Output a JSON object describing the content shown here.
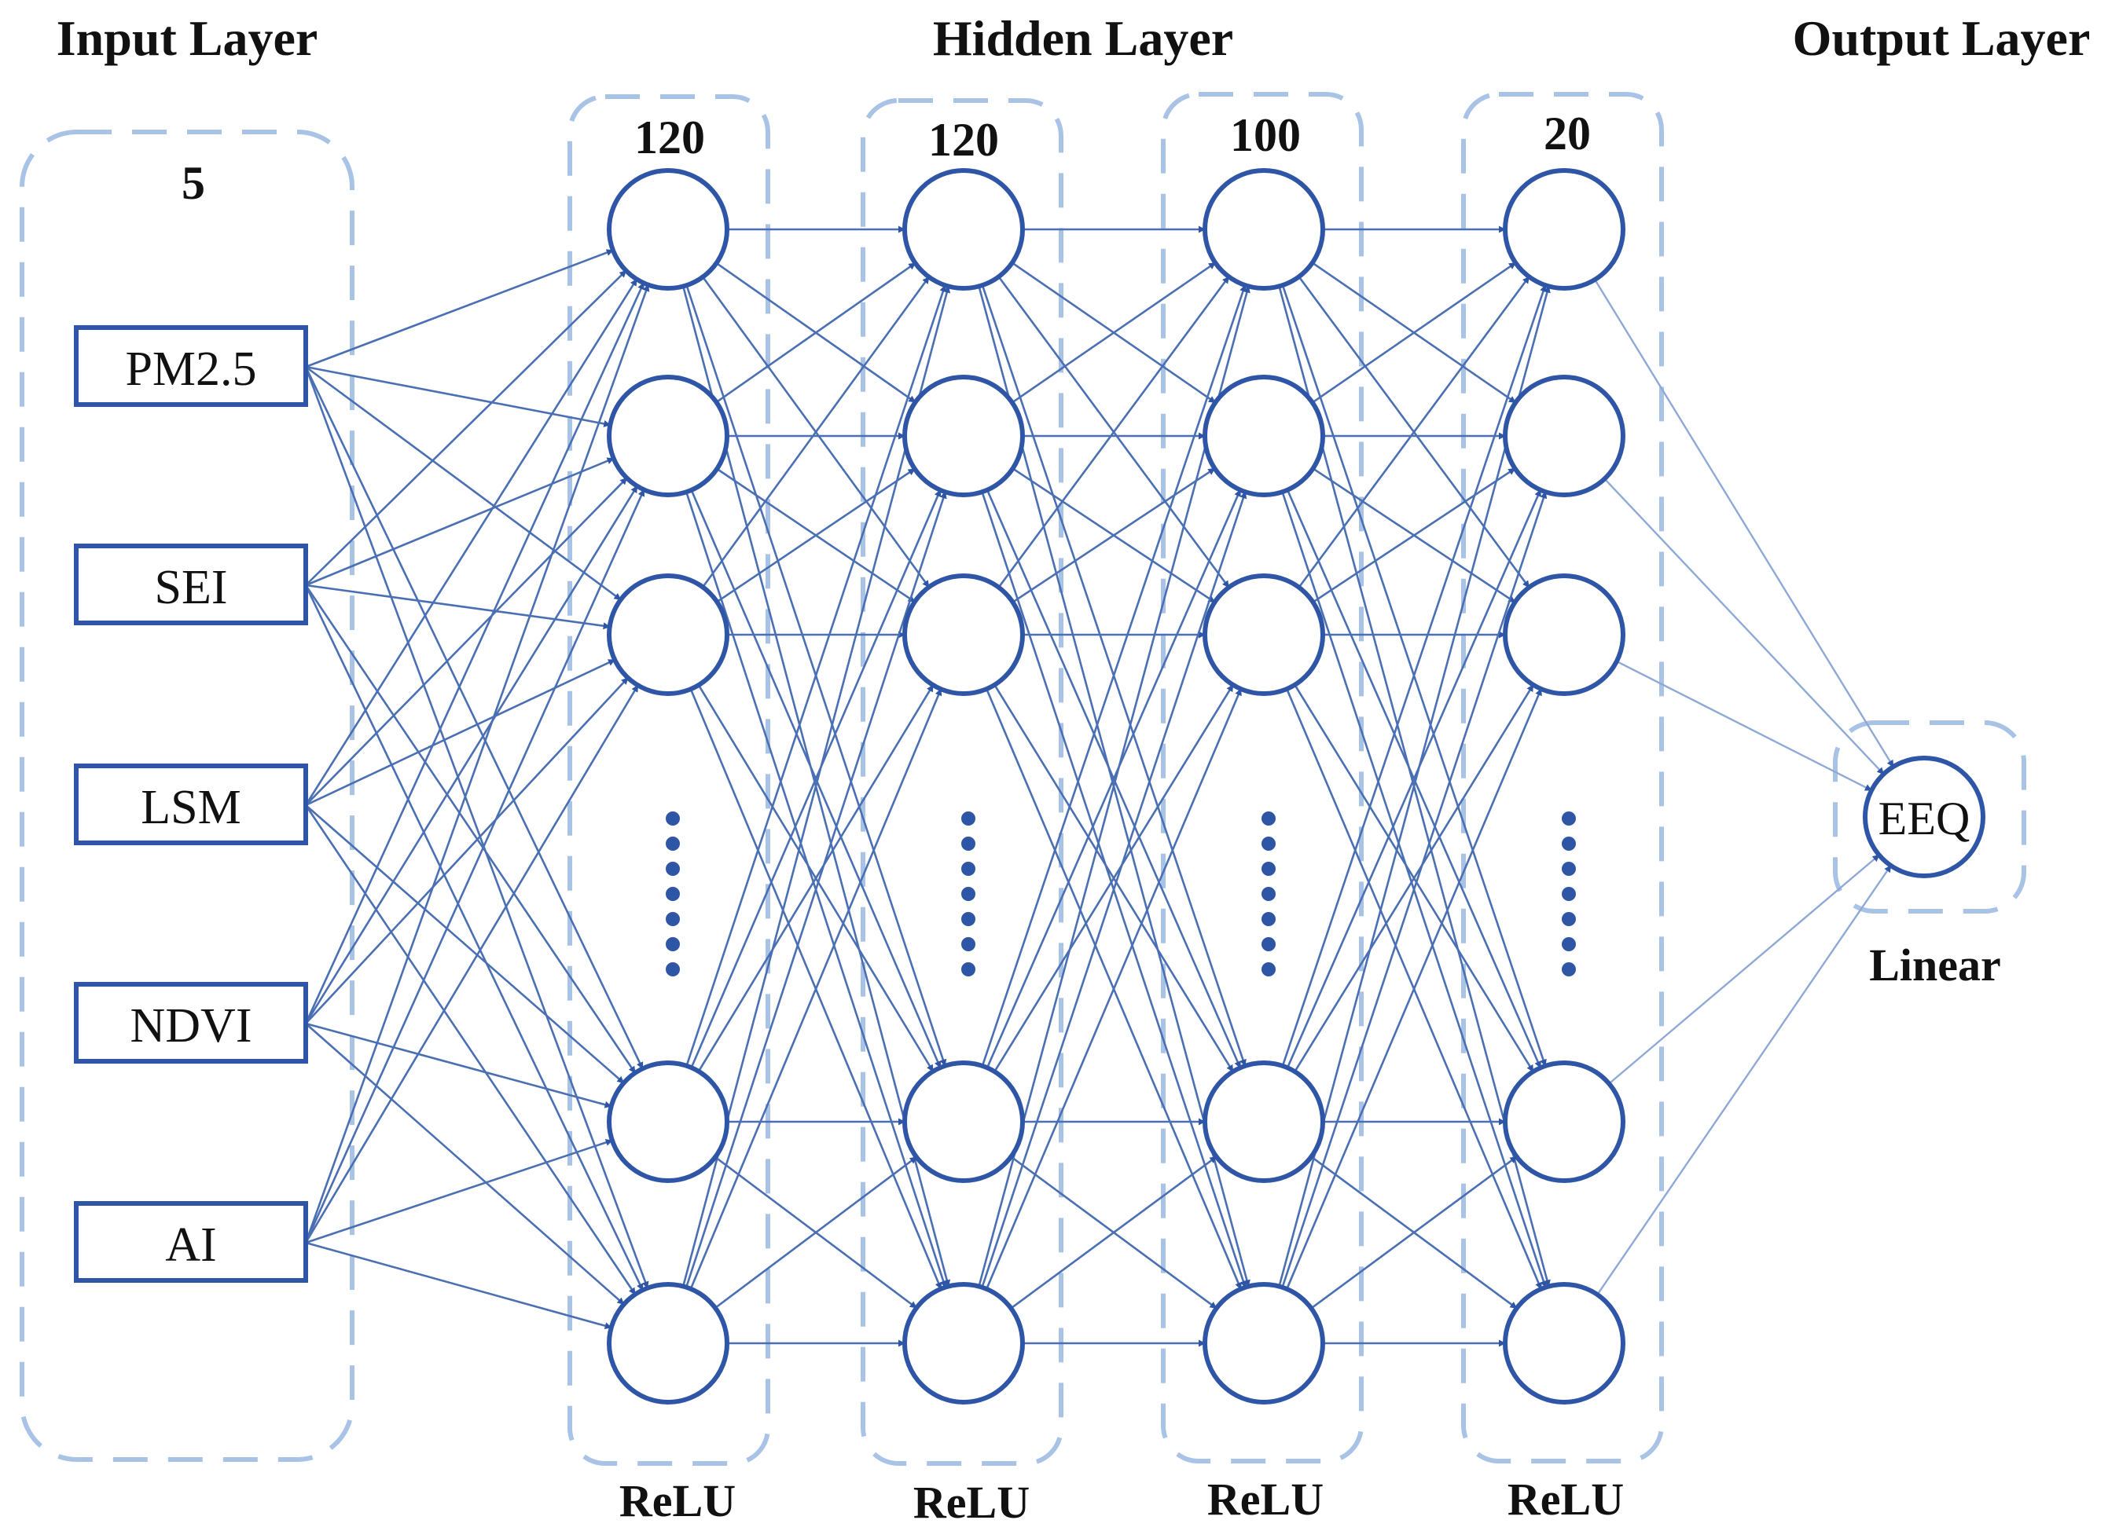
{
  "titles": {
    "input": "Input Layer",
    "hidden": "Hidden Layer",
    "output": "Output Layer"
  },
  "input_layer": {
    "count": "5",
    "features": [
      "PM2.5",
      "SEI",
      "LSM",
      "NDVI",
      "AI"
    ]
  },
  "hidden_layers": [
    {
      "count": "120",
      "activation": "ReLU"
    },
    {
      "count": "120",
      "activation": "ReLU"
    },
    {
      "count": "100",
      "activation": "ReLU"
    },
    {
      "count": "20",
      "activation": "ReLU"
    }
  ],
  "output_layer": {
    "node": "EEQ",
    "activation": "Linear"
  },
  "colors": {
    "node_stroke": "#2f56a6",
    "edge": "#4a6fb3",
    "group_border": "#a9c3e6"
  }
}
